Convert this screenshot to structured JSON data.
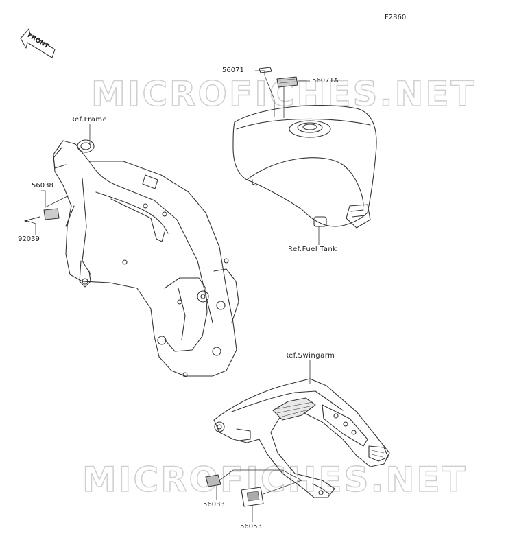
{
  "figure_code": "F2860",
  "front_arrow_label": "FRONT",
  "watermark": "MICROFICHES.NET",
  "parts": {
    "p56071": "56071",
    "p56071a": "56071A",
    "p56038": "56038",
    "p92039": "92039",
    "p56033": "56033",
    "p56053": "56053"
  },
  "refs": {
    "frame": "Ref.Frame",
    "fuel_tank": "Ref.Fuel Tank",
    "swingarm": "Ref.Swingarm"
  }
}
